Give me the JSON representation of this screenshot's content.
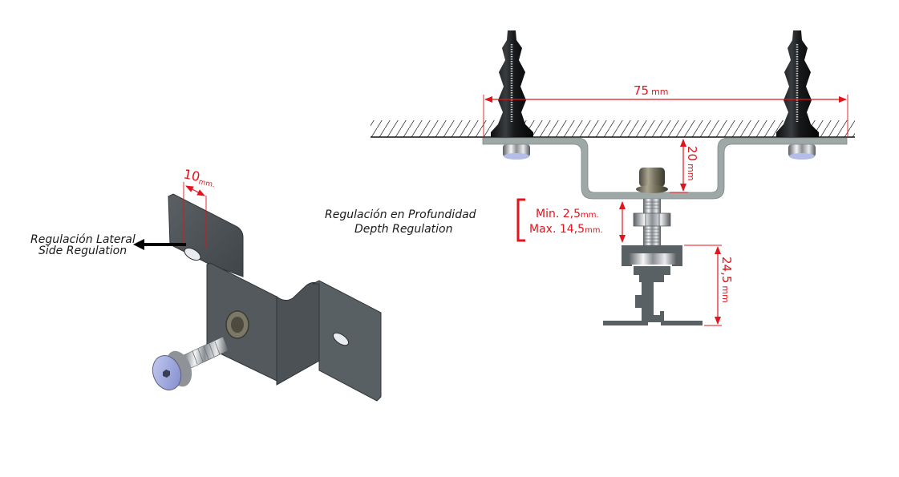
{
  "left_view": {
    "lateral_label_es": "Regulación Lateral",
    "lateral_label_en": "Side Regulation",
    "slot_dimension_value": "10",
    "slot_dimension_unit": "mm."
  },
  "right_view": {
    "spacing_value": "75",
    "spacing_unit": "mm",
    "offset_value": "20",
    "offset_unit": "mm",
    "profile_height_value": "24,5",
    "profile_height_unit": "mm",
    "depth_label_es": "Regulación en Profundidad",
    "depth_label_en": "Depth Regulation",
    "depth_min_prefix": "Min. 2,5",
    "depth_min_unit": "mm.",
    "depth_max_prefix": "Max. 14,5",
    "depth_max_unit": "mm."
  },
  "colors": {
    "dimension_red": "#e3141b",
    "bracket_dark": "#4a5054",
    "bracket_light": "#9aa5a5",
    "anchor_black": "#1b1d1f"
  }
}
